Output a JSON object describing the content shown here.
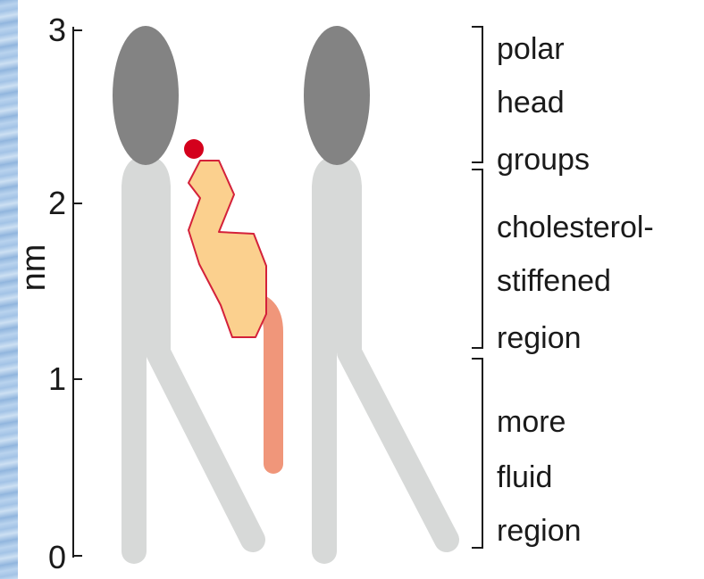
{
  "axis": {
    "unit": "nm",
    "ticks": [
      "0",
      "1",
      "2",
      "3"
    ]
  },
  "regions": [
    {
      "lines": [
        "polar",
        "head",
        "groups"
      ]
    },
    {
      "lines": [
        "cholesterol-",
        "stiffened",
        "region"
      ]
    },
    {
      "lines": [
        "more",
        "fluid",
        "region"
      ]
    }
  ],
  "colors": {
    "phospholipid_head": "#838383",
    "phospholipid_tail": "#d7d9d8",
    "cholesterol_ring_fill": "#fbd08e",
    "cholesterol_ring_stroke": "#d4213a",
    "cholesterol_hydroxyl": "#d4001c",
    "cholesterol_tail": "#f0967a",
    "side_stripe": "#a8c6ea"
  },
  "icons": [
    "phospholipid-molecule",
    "cholesterol-molecule"
  ]
}
